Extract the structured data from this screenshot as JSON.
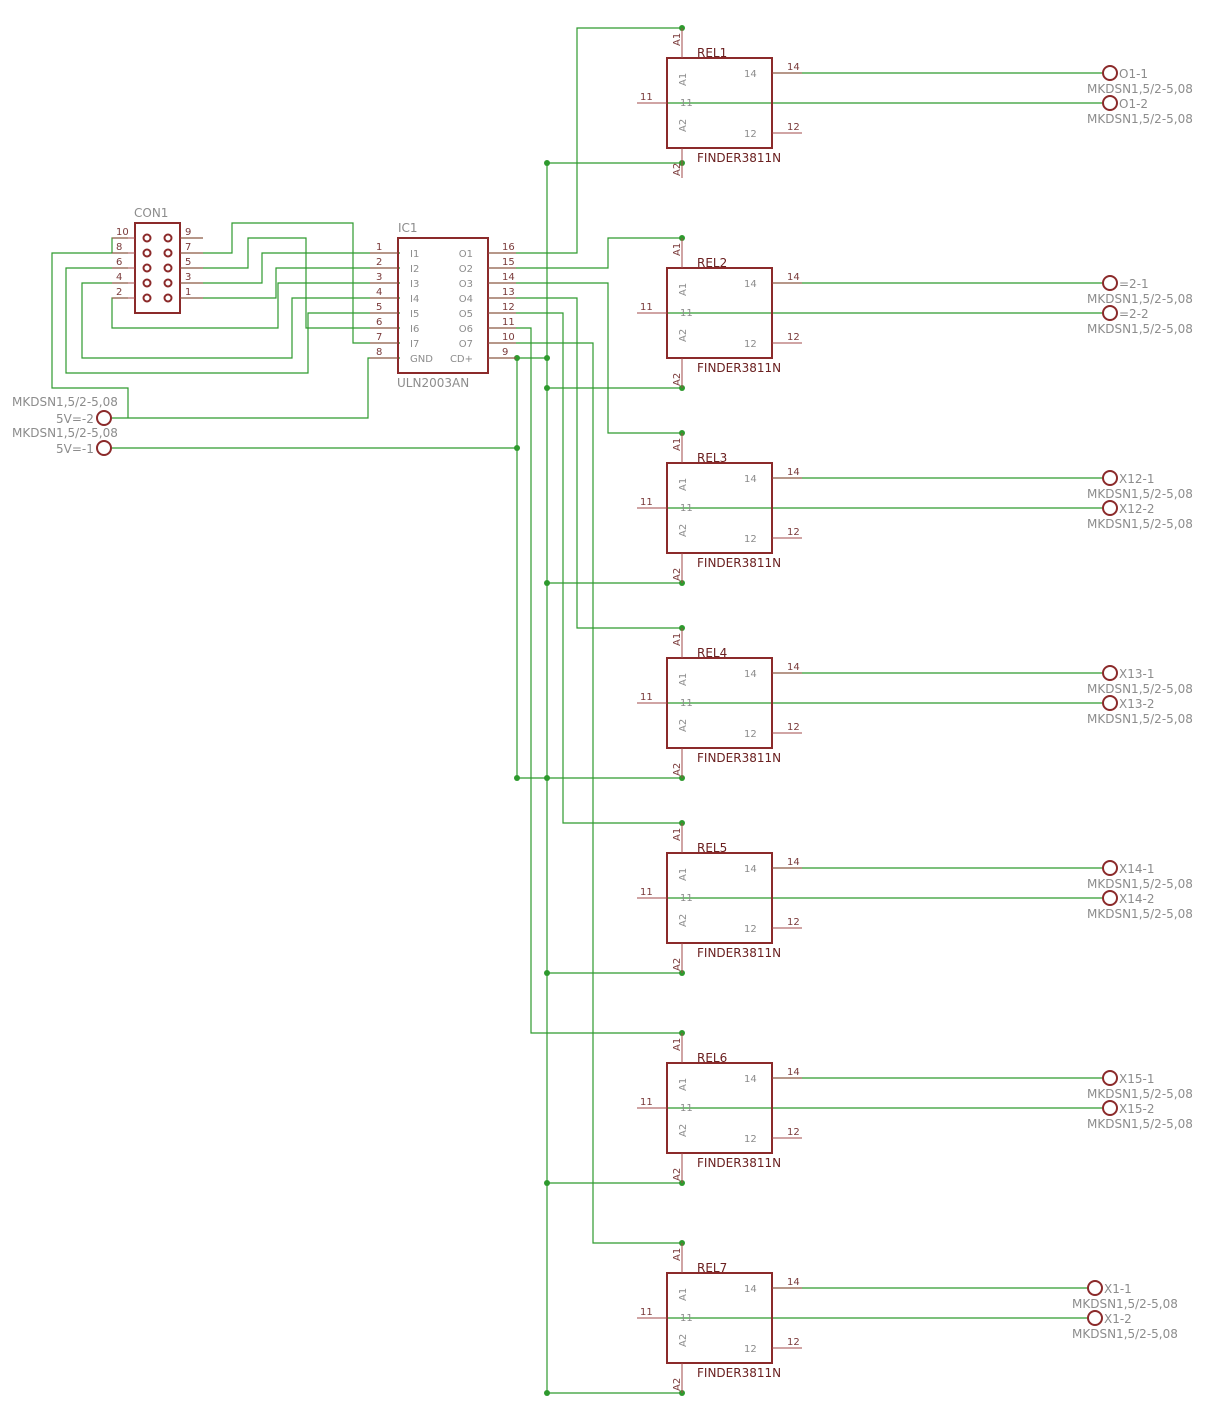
{
  "connector": {
    "name": "CON1",
    "left_pins": [
      "10",
      "8",
      "6",
      "4",
      "2"
    ],
    "right_pins": [
      "9",
      "7",
      "5",
      "3",
      "1"
    ]
  },
  "ic": {
    "name": "IC1",
    "value": "ULN2003AN",
    "left_pin_numbers": [
      "1",
      "2",
      "3",
      "4",
      "5",
      "6",
      "7",
      "8"
    ],
    "left_pin_names": [
      "I1",
      "I2",
      "I3",
      "I4",
      "I5",
      "I6",
      "I7",
      "GND"
    ],
    "right_pin_numbers": [
      "16",
      "15",
      "14",
      "13",
      "12",
      "11",
      "10",
      "9"
    ],
    "right_pin_names": [
      "O1",
      "O2",
      "O3",
      "O4",
      "O5",
      "O6",
      "O7",
      "CD+"
    ]
  },
  "power_terminals": [
    {
      "package": "MKDSN1,5/2-5,08",
      "name": "5V=-2"
    },
    {
      "package": "MKDSN1,5/2-5,08",
      "name": "5V=-1"
    }
  ],
  "relay_pins": {
    "a1": "A1",
    "a2": "A2",
    "p14": "14",
    "p11": "11",
    "p12": "12"
  },
  "relays": [
    {
      "name": "REL1",
      "value": "FINDER3811N",
      "t1": "O1-1",
      "t1_pkg": "MKDSN1,5/2-5,08",
      "t2": "O1-2",
      "t2_pkg": "MKDSN1,5/2-5,08"
    },
    {
      "name": "REL2",
      "value": "FINDER3811N",
      "t1": "=2-1",
      "t1_pkg": "MKDSN1,5/2-5,08",
      "t2": "=2-2",
      "t2_pkg": "MKDSN1,5/2-5,08"
    },
    {
      "name": "REL3",
      "value": "FINDER3811N",
      "t1": "X12-1",
      "t1_pkg": "MKDSN1,5/2-5,08",
      "t2": "X12-2",
      "t2_pkg": "MKDSN1,5/2-5,08"
    },
    {
      "name": "REL4",
      "value": "FINDER3811N",
      "t1": "X13-1",
      "t1_pkg": "MKDSN1,5/2-5,08",
      "t2": "X13-2",
      "t2_pkg": "MKDSN1,5/2-5,08"
    },
    {
      "name": "REL5",
      "value": "FINDER3811N",
      "t1": "X14-1",
      "t1_pkg": "MKDSN1,5/2-5,08",
      "t2": "X14-2",
      "t2_pkg": "MKDSN1,5/2-5,08"
    },
    {
      "name": "REL6",
      "value": "FINDER3811N",
      "t1": "X15-1",
      "t1_pkg": "MKDSN1,5/2-5,08",
      "t2": "X15-2",
      "t2_pkg": "MKDSN1,5/2-5,08"
    },
    {
      "name": "REL7",
      "value": "FINDER3811N",
      "t1": "X1-1",
      "t1_pkg": "MKDSN1,5/2-5,08",
      "t2": "X1-2",
      "t2_pkg": "MKDSN1,5/2-5,08"
    }
  ],
  "colors": {
    "symbol": "#8b2a2a",
    "wire": "#2e9a2e",
    "label": "#8c8c8c"
  }
}
